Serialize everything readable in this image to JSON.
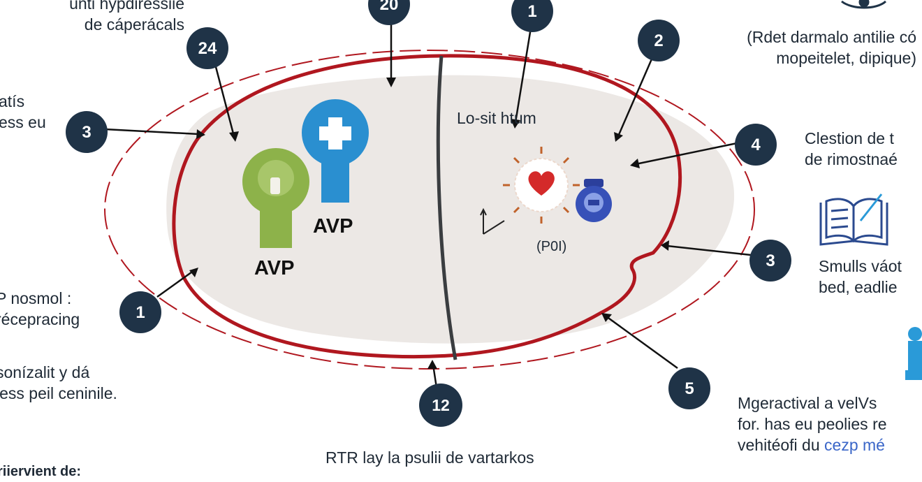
{
  "colors": {
    "membrane": "#b0171f",
    "badge": "#1f3347",
    "fill": "#ece8e5",
    "green": "#8db24a",
    "blue": "#2a8fd0",
    "divider": "#3a3d40"
  },
  "badges": [
    "20",
    "24",
    "1",
    "2",
    "3",
    "4",
    "3",
    "1",
    "12",
    "5"
  ],
  "labels": {
    "top_left": [
      "unti hypdiressiie",
      "de cáperácals"
    ],
    "left_upper": [
      "atís",
      "ess eu"
    ],
    "left_mid": [
      "P nosmol :",
      "récepracing"
    ],
    "left_lower": [
      "sonízalit y dá",
      "less peil ceninile."
    ],
    "bottom_left": "riiervient de:",
    "top_right": [
      "(Rdet darmalo antilie có",
      "mopeitelet, dipique)"
    ],
    "right_upper": [
      "Clestion de t",
      "de rimostnaé"
    ],
    "right_mid": [
      "Smulls váot",
      "bed, eadlie"
    ],
    "right_lower": [
      "Mgeractival a velVs",
      "for. has eu peolies re"
    ],
    "right_lower_last_a": "vehitéofi du",
    "right_lower_last_b": "cezp mé",
    "bottom": "RTR lay la psulii de vartarkos"
  },
  "cell": {
    "avp_green": "AVP",
    "avp_blue": "AVP",
    "zone_label": "Lo-sit   htum",
    "poi_label": "(P0I)"
  },
  "icons": [
    "key-green-icon",
    "key-plus-blue-icon",
    "heart-sun-icon",
    "capsule-jar-icon",
    "open-book-icon",
    "eye-icon",
    "puzzle-piece-icon"
  ]
}
